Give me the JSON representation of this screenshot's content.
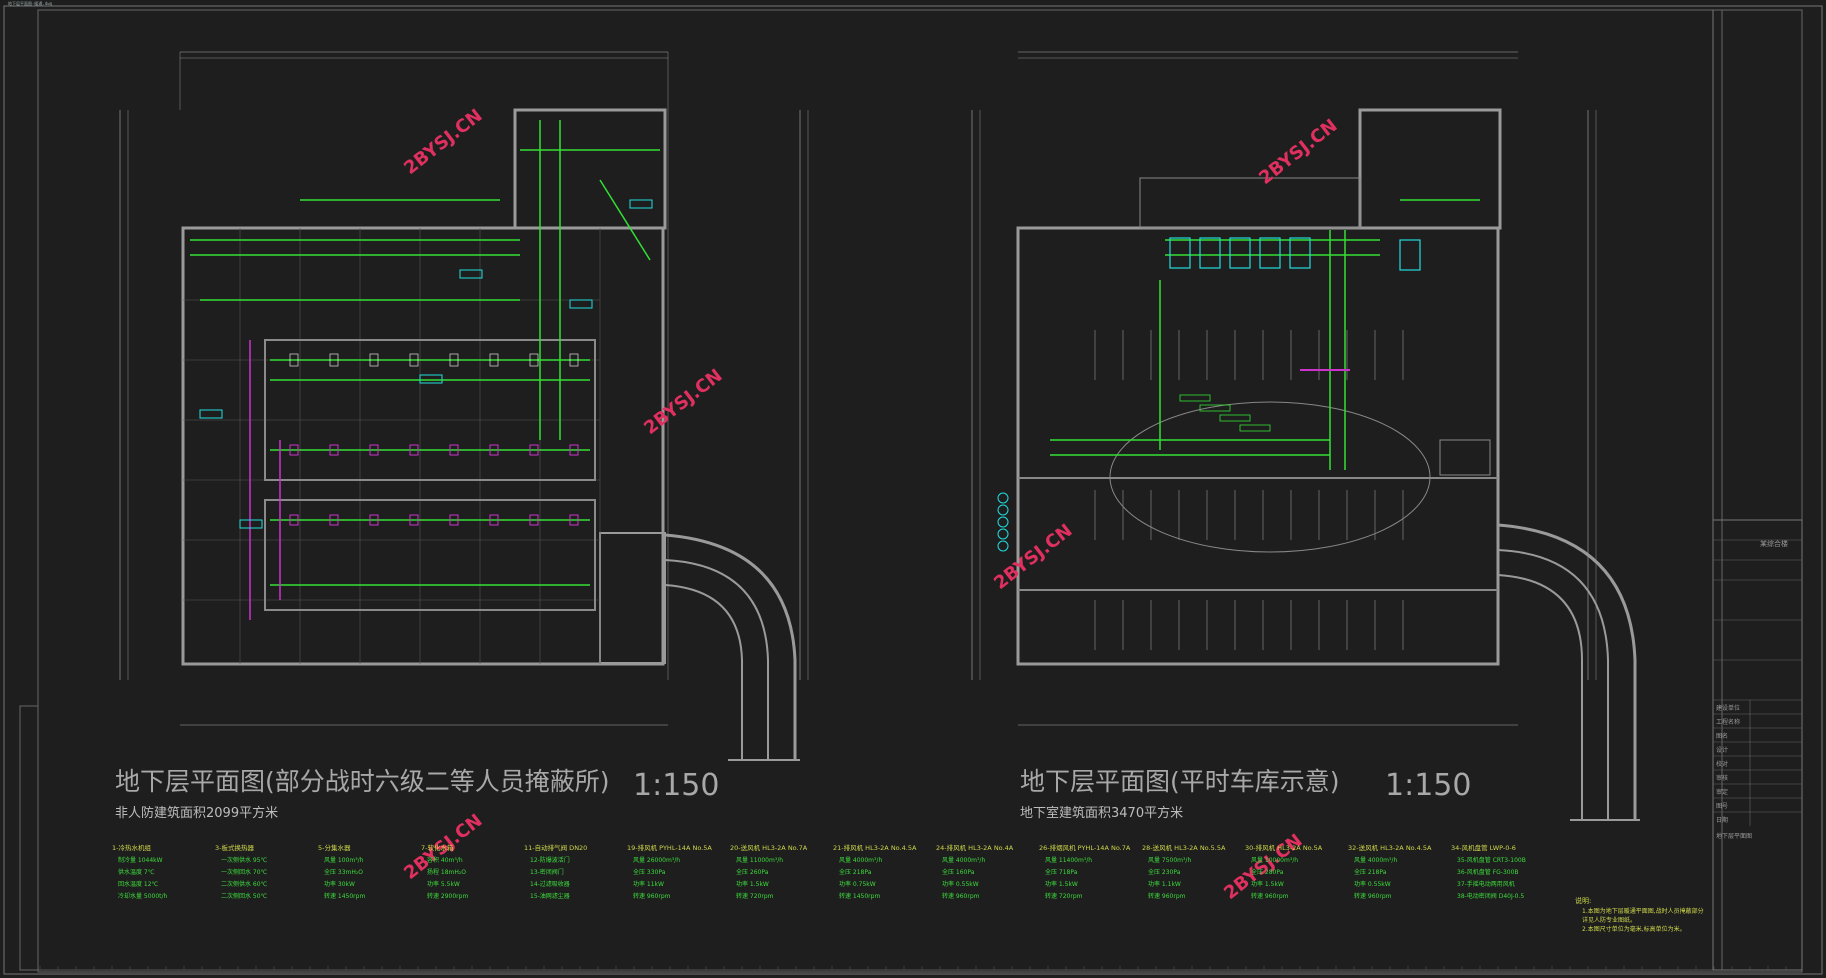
{
  "window_caption": "地下层平面图-暖通.dwg",
  "left_plan": {
    "title": "地下层平面图(部分战时六级二等人员掩蔽所)",
    "scale": "1:150",
    "subtitle_prefix": "非人防建筑面积",
    "subtitle_value": "2099",
    "subtitle_suffix": "平方米"
  },
  "right_plan": {
    "title": "地下层平面图(平时车库示意)",
    "scale": "1:150",
    "subtitle_prefix": "地下室建筑面积",
    "subtitle_value": "3470",
    "subtitle_suffix": "平方米"
  },
  "watermark": "2BYSJ.CN",
  "legend_columns": [
    {
      "head": "1-",
      "lines": [
        "冷热水机组",
        "制冷量 1044kW",
        "供水温度 7℃",
        "回水温度 12℃",
        "冷却水量 5000t/h"
      ]
    },
    {
      "head": "3-",
      "lines": [
        "板式换热器",
        "一次侧供水 95℃",
        "一次侧回水 70℃",
        "二次侧供水 60℃",
        "二次侧回水 50℃"
      ]
    },
    {
      "head": "5-",
      "lines": [
        "分集水器",
        "风量 100m³/h",
        "全压 33mH₂O",
        "功率 30kW",
        "转速 1450rpm"
      ]
    },
    {
      "head": "7-",
      "lines": [
        "软化水箱",
        "容积 40m³/h",
        "扬程 18mH₂O",
        "功率 5.5kW",
        "转速 2900rpm"
      ]
    },
    {
      "head": "11-",
      "lines": [
        "自动排气阀 DN20",
        "12-防爆波活门",
        "13-密闭阀门",
        "14-过滤吸收器",
        "15-油网滤尘器"
      ]
    },
    {
      "head": "19-",
      "lines": [
        "排风机 PYHL-14A No.5A",
        "风量 26000m³/h",
        "全压 330Pa",
        "功率 11kW",
        "转速 960rpm"
      ]
    },
    {
      "head": "20-",
      "lines": [
        "送风机 HL3-2A No.7A",
        "风量 11000m³/h",
        "全压 260Pa",
        "功率 1.5kW",
        "转速 720rpm"
      ]
    },
    {
      "head": "21-",
      "lines": [
        "排风机 HL3-2A No.4.5A",
        "风量 4000m³/h",
        "全压 218Pa",
        "功率 0.75kW",
        "转速 1450rpm"
      ]
    },
    {
      "head": "24-",
      "lines": [
        "排风机 HL3-2A No.4A",
        "风量 4000m³/h",
        "全压 160Pa",
        "功率 0.55kW",
        "转速 960rpm"
      ]
    },
    {
      "head": "26-",
      "lines": [
        "排烟风机 PYHL-14A No.7A",
        "风量 11400m³/h",
        "全压 718Pa",
        "功率 1.5kW",
        "转速 720rpm"
      ]
    },
    {
      "head": "28-",
      "lines": [
        "送风机 HL3-2A No.5.5A",
        "风量 7500m³/h",
        "全压 230Pa",
        "功率 1.1kW",
        "转速 960rpm"
      ]
    },
    {
      "head": "30-",
      "lines": [
        "排风机 HL3-2A No.5A",
        "风量 10000m³/h",
        "全压 280Pa",
        "功率 1.5kW",
        "转速 960rpm"
      ]
    },
    {
      "head": "32-",
      "lines": [
        "送风机 HL3-2A No.4.5A",
        "风量 4000m³/h",
        "全压 218Pa",
        "功率 0.55kW",
        "转速 960rpm"
      ]
    },
    {
      "head": "34-",
      "lines": [
        "风机盘管 LWP-0-6",
        "35-风机盘管 CRT3-100B",
        "36-风机盘管 FG-300B",
        "37-手摇电动两用风机",
        "38-电动密闭阀 D40J-0.5"
      ]
    }
  ],
  "notes": {
    "head": "说明:",
    "lines": [
      "1.本图为地下层暖通平面图,战时人员掩蔽部分",
      "详见人防专业图纸。",
      "2.本图尺寸单位为毫米,标高单位为米。"
    ]
  },
  "title_block": {
    "rows": [
      "建设单位",
      "工程名称",
      "图名",
      "设计",
      "校对",
      "审核",
      "审定",
      "图号",
      "日期"
    ],
    "project": "某综合楼",
    "sheet_title": "地下层平面图"
  }
}
